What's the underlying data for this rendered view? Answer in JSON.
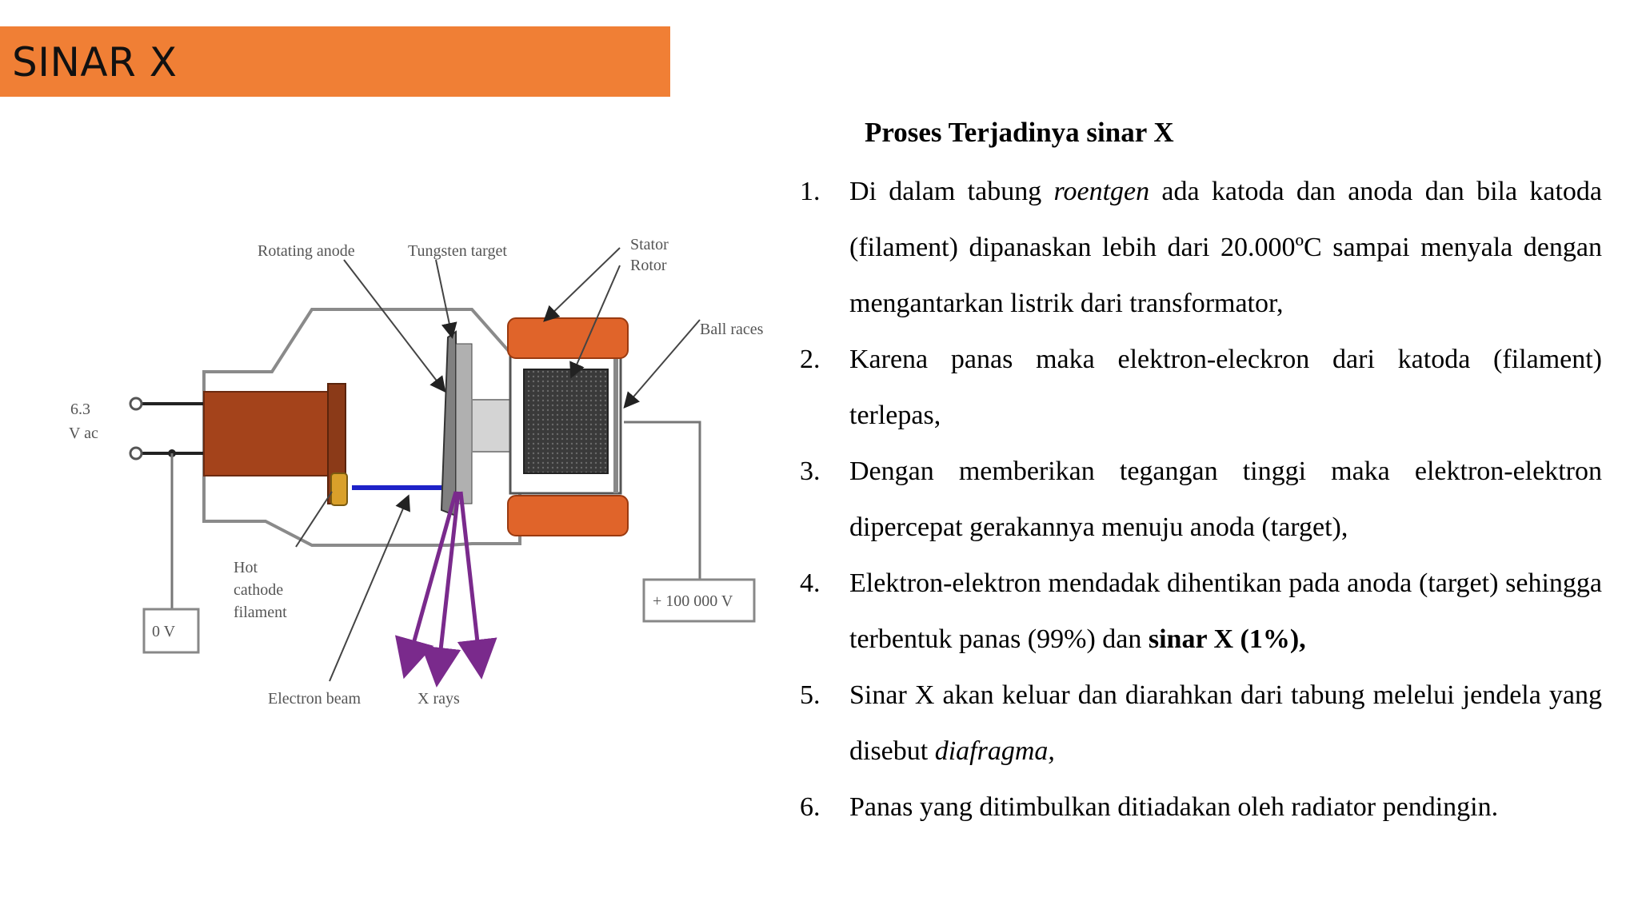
{
  "title": "SINAR X",
  "diagram": {
    "labels": {
      "rotating_anode": "Rotating anode",
      "tungsten_target": "Tungsten target",
      "stator": "Stator",
      "rotor": "Rotor",
      "ball_races": "Ball races",
      "voltage_ac_top": "6.3",
      "voltage_ac_bottom": "V ac",
      "hot": "Hot",
      "cathode": "cathode",
      "filament": "filament",
      "zero_volt": "0 V",
      "high_volt": "+ 100 000 V",
      "electron_beam": "Electron beam",
      "x_rays": "X rays"
    },
    "colors": {
      "cathode_block": "#A4431B",
      "stator_coil": "#E0642A",
      "rotor_core": "#3A3A3A",
      "electron_beam": "#1E22C8",
      "x_rays": "#7A2A8C"
    }
  },
  "process": {
    "heading": "Proses Terjadinya sinar X",
    "steps": [
      {
        "num": "1.",
        "t1": "Di dalam tabung ",
        "em1": "roentgen",
        "t2": " ada katoda dan anoda dan bila katoda (filament) dipanaskan lebih dari 20.000ºC sampai menyala dengan mengantarkan listrik dari transformator,"
      },
      {
        "num": "2.",
        "t1": "Karena panas maka elektron-eleckron dari katoda (filament) terlepas,"
      },
      {
        "num": "3.",
        "t1": "Dengan memberikan tegangan tinggi maka elektron-elektron dipercepat gerakannya menuju anoda (target),"
      },
      {
        "num": "4.",
        "t1": "Elektron-elektron mendadak dihentikan pada anoda (target) sehingga terbentuk panas (99%) dan ",
        "b1": "sinar X (1%),"
      },
      {
        "num": "5.",
        "t1": "Sinar X akan keluar dan diarahkan dari tabung melelui jendela yang disebut ",
        "em1": "diafragma,"
      },
      {
        "num": "6.",
        "t1": "Panas yang ditimbulkan ditiadakan oleh radiator pendingin."
      }
    ]
  }
}
